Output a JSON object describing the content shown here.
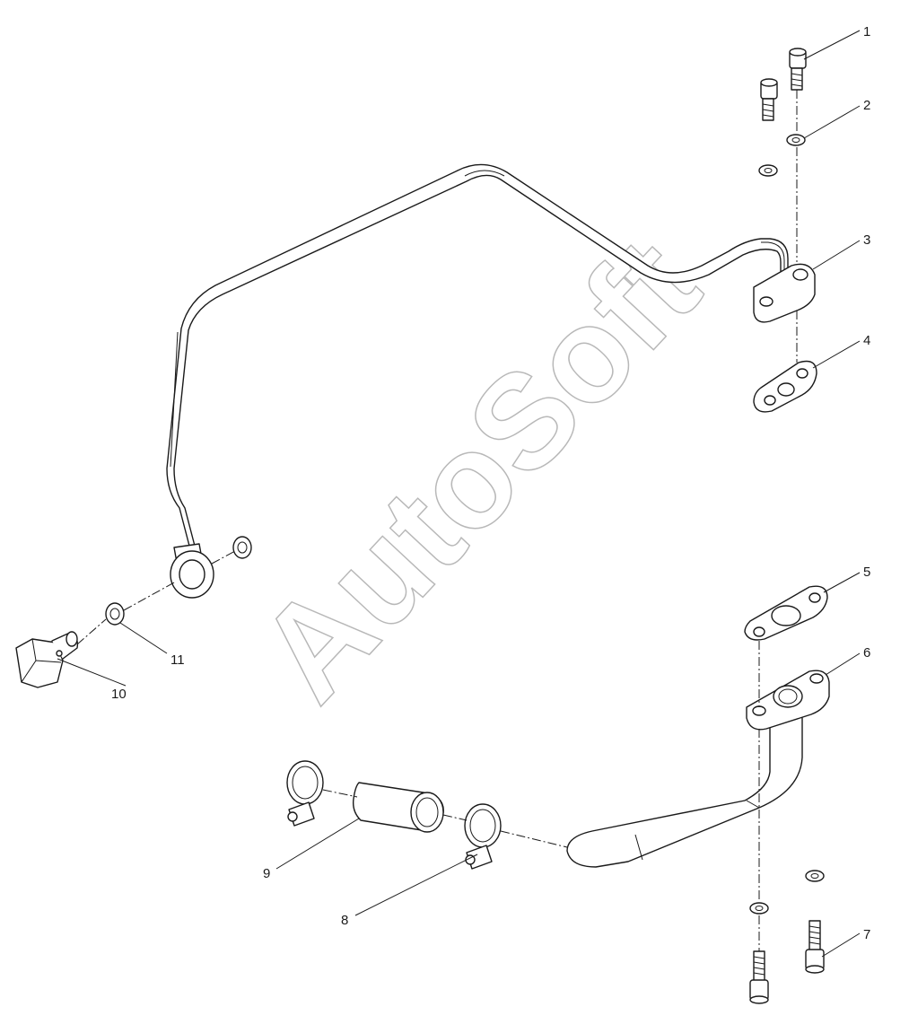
{
  "watermark": "AutoSoft",
  "callouts": [
    {
      "id": 1,
      "label": "1"
    },
    {
      "id": 2,
      "label": "2"
    },
    {
      "id": 3,
      "label": "3"
    },
    {
      "id": 4,
      "label": "4"
    },
    {
      "id": 5,
      "label": "5"
    },
    {
      "id": 6,
      "label": "6"
    },
    {
      "id": 7,
      "label": "7"
    },
    {
      "id": 8,
      "label": "8"
    },
    {
      "id": 9,
      "label": "9"
    },
    {
      "id": 10,
      "label": "10"
    },
    {
      "id": 11,
      "label": "11"
    }
  ]
}
